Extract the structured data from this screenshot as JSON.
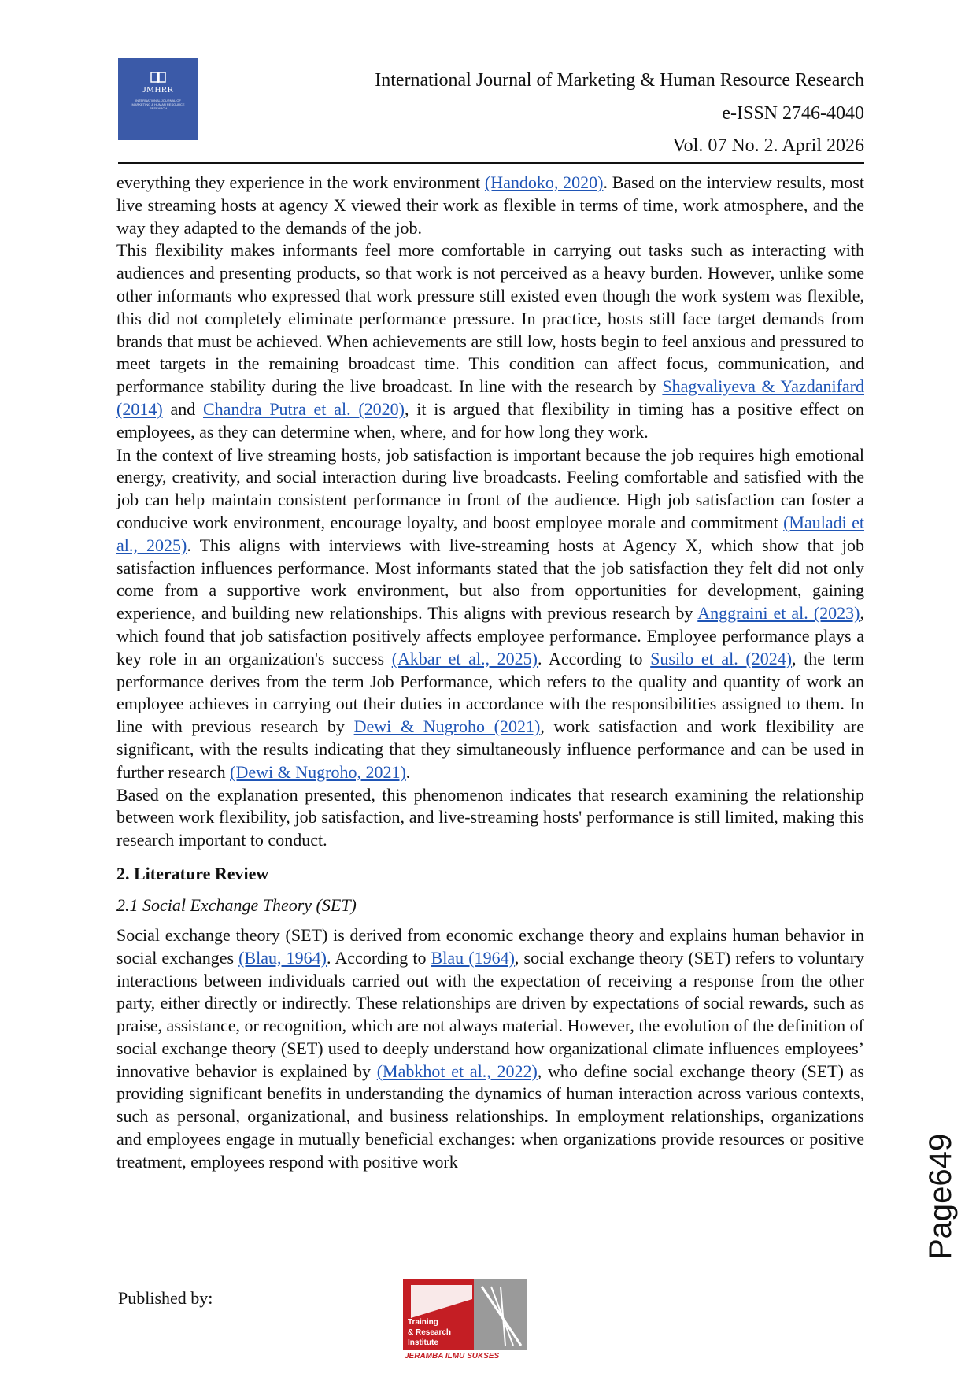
{
  "header": {
    "logo_text": "JMHRR",
    "logo_fine_text": "INTERNATIONAL JOURNAL OF MARKETING & HUMAN RESOURCE RESEARCH",
    "journal": "International Journal of Marketing & Human Resource Research",
    "issn": "e-ISSN 2746-4040",
    "volume": "Vol. 07 No. 2. April 2026"
  },
  "body": {
    "p1": {
      "t0": "everything they experience in the work environment ",
      "c0": "(Handoko, 2020)",
      "t1": ". Based on the interview results, most live streaming hosts at agency X viewed their work as flexible in terms of time, work atmosphere, and the way they adapted to the demands of the job."
    },
    "p2": {
      "t0": "This flexibility makes informants feel more comfortable in carrying out tasks such as interacting with audiences and presenting products, so that work is not perceived as a heavy burden. However, unlike some other informants who expressed that work pressure still existed even though the work system was flexible, this did not completely eliminate performance pressure. In practice, hosts still face target demands from brands that must be achieved. When achievements are still low, hosts begin to feel anxious and pressured to meet targets in the remaining broadcast time. This condition can affect focus, communication, and performance stability during the live broadcast. In line with the research by ",
      "c0": "Shagvaliyeva & Yazdanifard (2014)",
      "t1": " and ",
      "c1": "Chandra Putra et al. (2020)",
      "t2": ", it is argued that flexibility in timing has a positive effect on employees, as they can determine when, where, and for how long they work."
    },
    "p3": {
      "t0": "In the context of live streaming hosts, job satisfaction is important because the job requires high emotional energy, creativity, and social interaction during live broadcasts. Feeling comfortable and satisfied with the job can help maintain consistent performance in front of the audience. High job satisfaction can foster a conducive work environment, encourage loyalty, and boost employee morale and commitment ",
      "c0": "(Mauladi et al., 2025)",
      "t1": ". This aligns with interviews with live-streaming hosts at Agency X, which show that job satisfaction influences performance. Most informants stated that the job satisfaction they felt did not only come from a supportive work environment, but also from opportunities for development, gaining experience, and building new relationships. This aligns with previous research by ",
      "c1": "Anggraini et al. (2023)",
      "t2": ", which found that job satisfaction positively affects employee performance. Employee performance plays a key role in an organization's success ",
      "c2": "(Akbar et al., 2025)",
      "t3": ". According to ",
      "c3": "Susilo et al. (2024)",
      "t4": ", the term performance derives from the term Job Performance, which refers to the quality and quantity of work an employee achieves in carrying out their duties in accordance with the responsibilities assigned to them. In line with previous research by ",
      "c4": "Dewi & Nugroho (2021)",
      "t5": ", work satisfaction and work flexibility are significant, with the results indicating that they simultaneously influence performance and can be used in further research ",
      "c5": "(Dewi & Nugroho, 2021)",
      "t6": "."
    },
    "p4": "Based on the explanation presented, this phenomenon indicates that research examining the relationship between work flexibility, job satisfaction, and live-streaming hosts' performance is still limited, making this research important to conduct.",
    "section_heading": "2. Literature Review",
    "subsection_heading": "2.1 Social Exchange Theory (SET)",
    "p5": {
      "t0": "Social exchange theory (SET) is derived from economic exchange theory and explains human behavior in social exchanges ",
      "c0": "(Blau, 1964)",
      "t1": ". According to ",
      "c1": "Blau (1964)",
      "t2": ", social exchange theory (SET) refers to voluntary interactions between individuals carried out with the expectation of receiving a response from the other party, either directly or indirectly. These relationships are driven by expectations of social rewards, such as praise, assistance, or recognition, which are not always material. However, the evolution of the definition of social exchange theory (SET) used to deeply understand how organizational climate influences employees’ innovative behavior is explained by ",
      "c2": "(Mabkhot et al., 2022)",
      "t3": ", who define social exchange theory (SET) as providing significant benefits in understanding the dynamics of human interaction across various contexts, such as personal, organizational, and business relationships. In employment relationships, organizations and employees engage in mutually beneficial exchanges: when organizations provide resources or positive treatment, employees respond with positive work"
    }
  },
  "page_number": "Page649",
  "footer": {
    "published_by": "Published by:",
    "publisher_logo_lines": [
      "Training",
      "& Research",
      "Institute"
    ],
    "publisher_name": "JERAMBA ILMU SUKSES"
  },
  "colors": {
    "link": "#1f55b6",
    "logo_blue": "#3b5aa8",
    "publisher_red": "#c41e24"
  }
}
